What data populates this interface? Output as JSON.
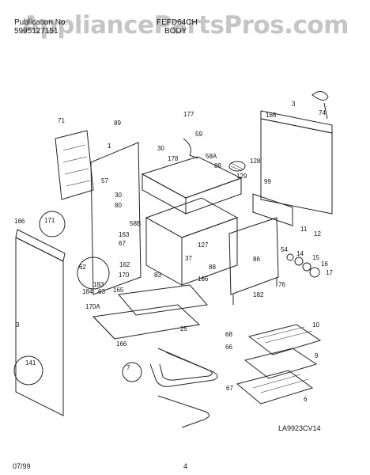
{
  "header": {
    "publication_line1": "Publication No.",
    "publication_line2": "5995127151",
    "model": "FEFD64CH",
    "section": "BODY"
  },
  "watermark": "AppliancePartsPros.com",
  "diagram_code": "LA9923CV14",
  "footer": {
    "date": "07/99",
    "page": "4"
  },
  "callouts": {
    "c3a": "3",
    "c74": "74",
    "c166a": "166",
    "c177": "177",
    "c89": "89",
    "c71": "71",
    "c59": "59",
    "c1": "1",
    "c30a": "30",
    "c178": "178",
    "c58A": "58A",
    "c88": "88",
    "c128": "128",
    "c129": "129",
    "c99": "99",
    "c57": "57",
    "c30b": "30",
    "c171": "171",
    "c80": "80",
    "c166b": "166",
    "c58B": "58B",
    "c127": "127",
    "c11": "11",
    "c12": "12",
    "c163": "163",
    "c67": "67",
    "c62": "62",
    "c162": "162",
    "c37": "37",
    "c54": "54",
    "c14": "14",
    "c15": "15",
    "c16": "16",
    "c17": "17",
    "c86": "86",
    "c88b": "88",
    "c83": "83",
    "c170": "170",
    "c166c": "166",
    "c76": "76",
    "c183": "183",
    "c184": "184",
    "c63": "63",
    "c182": "182",
    "c3b": "3",
    "c165": "165",
    "c170A": "170A",
    "c25": "25",
    "c166d": "166",
    "c68": "68",
    "c66": "66",
    "c10": "10",
    "c9": "9",
    "c141": "141",
    "c7": "7",
    "c67b": "67",
    "c6": "6"
  }
}
